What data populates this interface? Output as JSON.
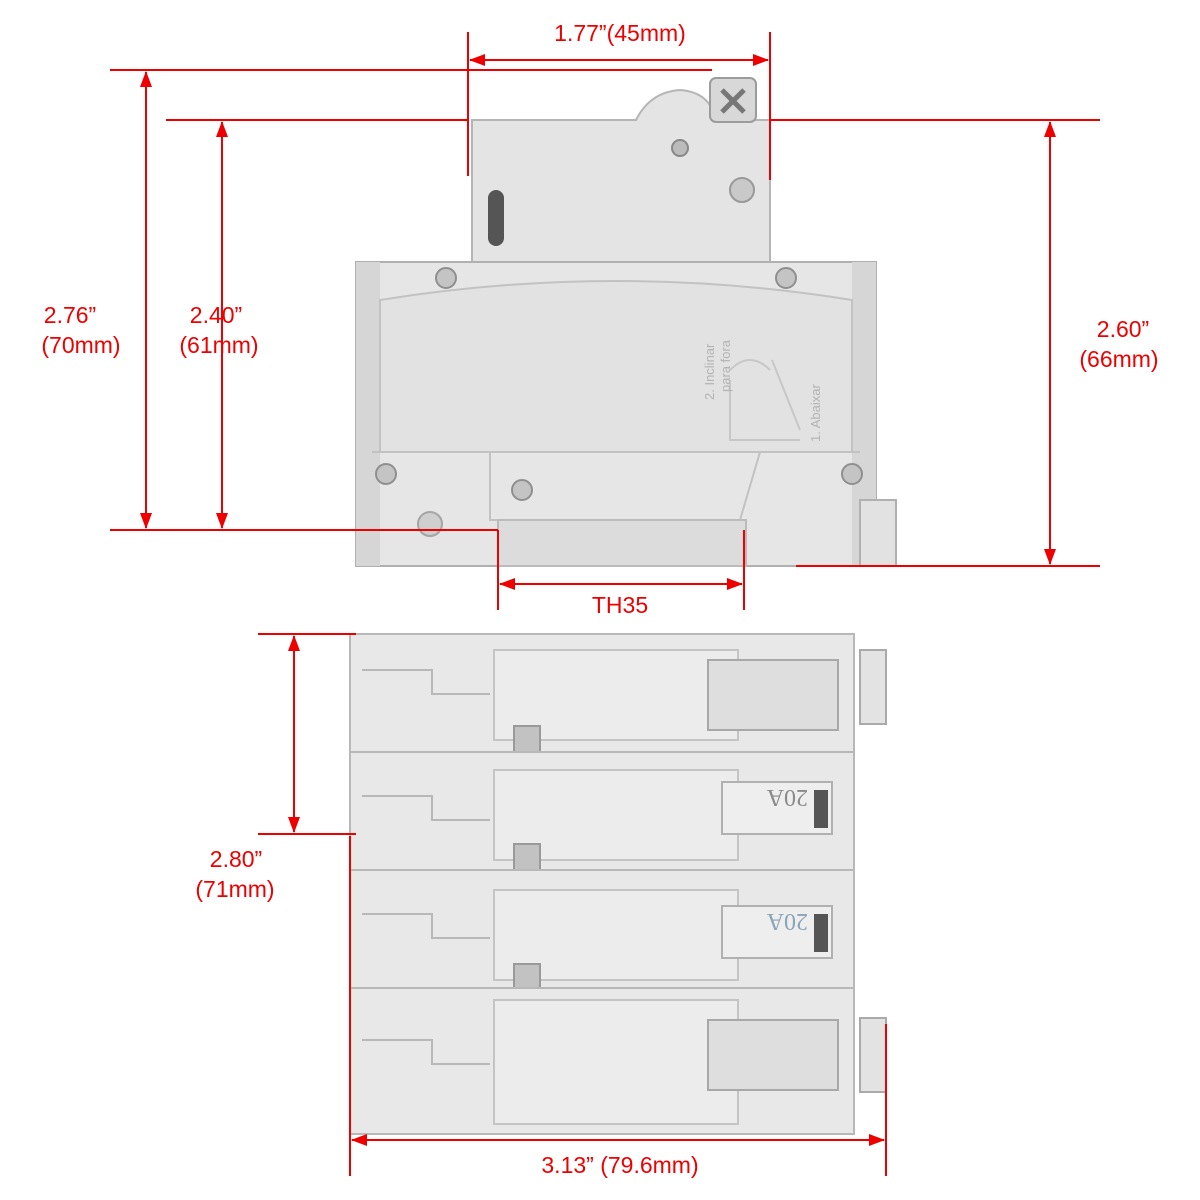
{
  "colors": {
    "dimension": "#ee0000",
    "body": "#e6e6e6",
    "body_shade": "#d2d2d2",
    "edge": "#b0b0b0"
  },
  "dimensions": {
    "top_width": "1.77”(45mm)",
    "overall_height_in": "2.76”",
    "overall_height_mm": "(70mm)",
    "body_height_in": "2.40”",
    "body_height_mm": "(61mm)",
    "side_height_in": "2.60”",
    "side_height_mm": "(66mm)",
    "rail": "TH35",
    "depth_in": "2.80”",
    "depth_mm": "(71mm)",
    "bottom_width": "3.13” (79.6mm)"
  },
  "side_view": {
    "imprint_top": "2. Inclinar",
    "imprint_top2": "para fora",
    "imprint_side": "1. Abaixar"
  },
  "top_view": {
    "rating_labels": [
      "20A",
      "20A"
    ]
  }
}
